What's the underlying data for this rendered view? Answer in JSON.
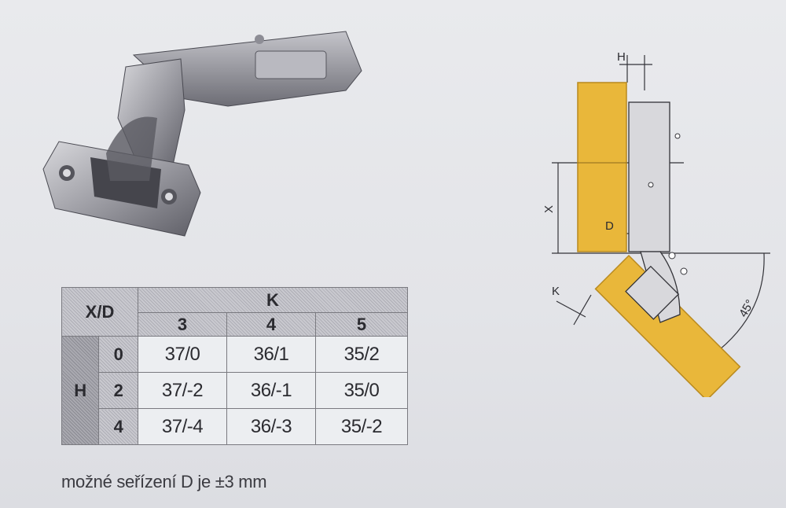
{
  "table": {
    "corner_label": "X/D",
    "k_label": "K",
    "h_label": "H",
    "k_values": [
      "3",
      "4",
      "5"
    ],
    "rows": [
      {
        "h": "0",
        "cells": [
          "37/0",
          "36/1",
          "35/2"
        ]
      },
      {
        "h": "2",
        "cells": [
          "37/-2",
          "36/-1",
          "35/0"
        ]
      },
      {
        "h": "4",
        "cells": [
          "37/-4",
          "36/-3",
          "35/-2"
        ]
      }
    ]
  },
  "diagram": {
    "label_h": "H",
    "label_x": "X",
    "label_d": "D",
    "label_k": "K",
    "angle": "45°"
  },
  "note": "možné seřízení D je ±3 mm",
  "colors": {
    "wood": "#e9b73a",
    "wood_edge": "#b8891e",
    "line": "#333338",
    "metal": "#a7a7ad"
  }
}
